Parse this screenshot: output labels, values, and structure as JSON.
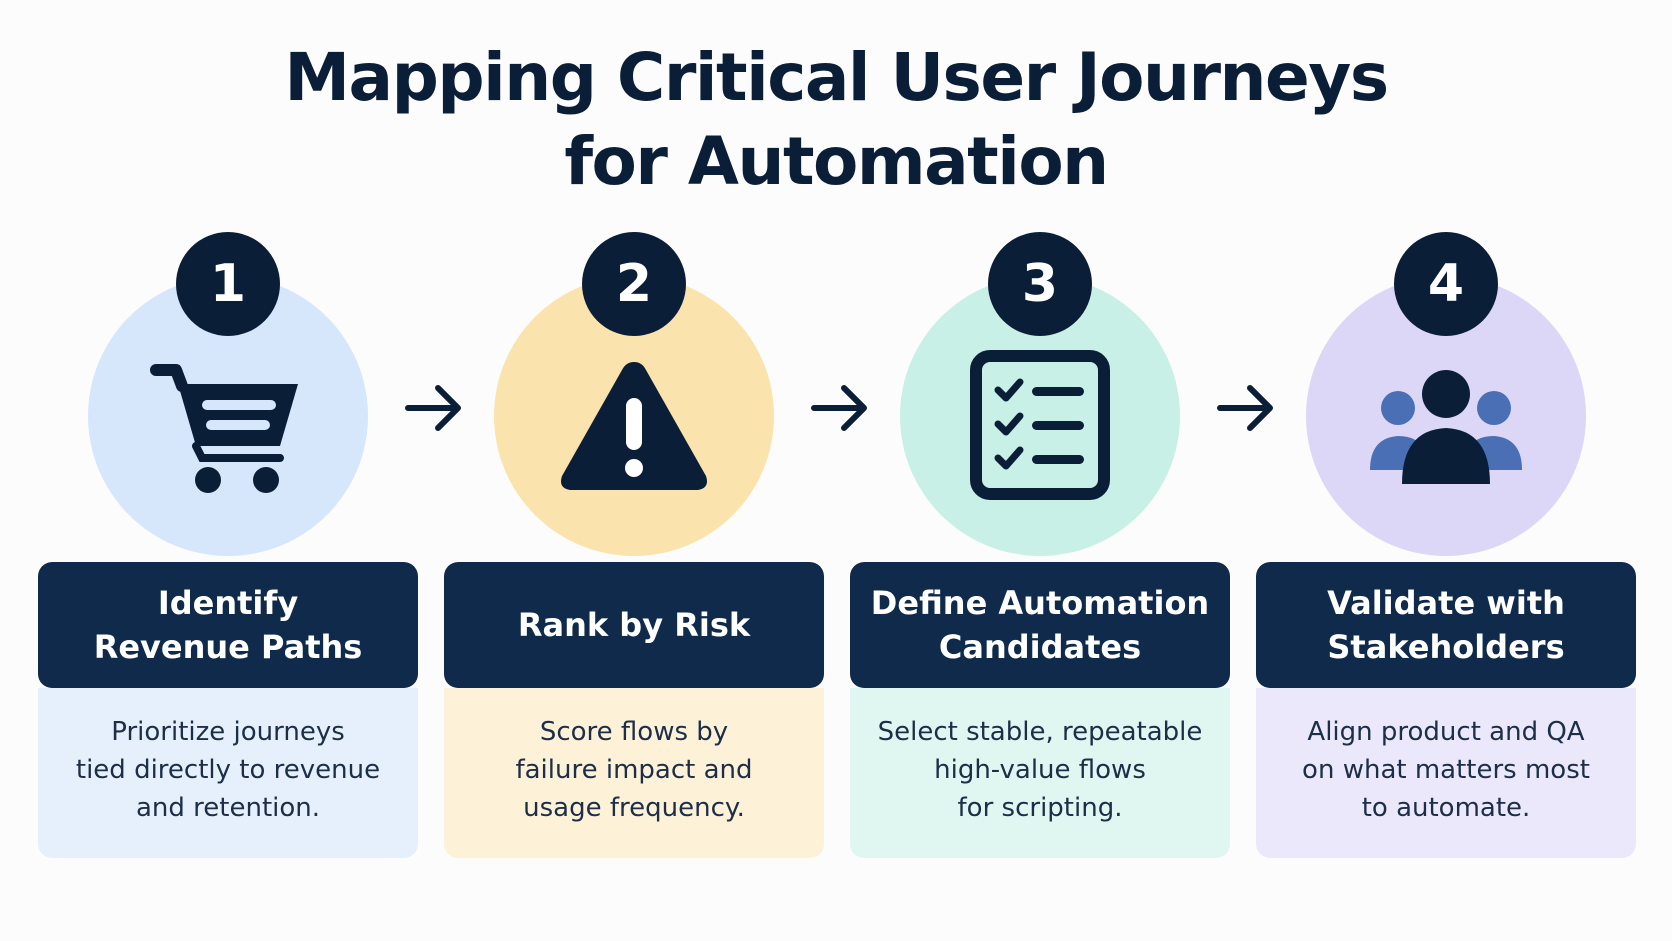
{
  "title": {
    "line1": "Mapping Critical User Journeys",
    "line2": "for Automation"
  },
  "colors": {
    "navy": "#0f2a4a",
    "step1_circle": "#d6e6fb",
    "step1_body": "#e6f0fc",
    "step2_circle": "#fbe3ad",
    "step2_body": "#fdf1d8",
    "step3_circle": "#c9f0e6",
    "step3_body": "#e0f6f0",
    "step4_circle": "#dcd7f7",
    "step4_body": "#ebe8fb",
    "people_side": "#4a6fb5"
  },
  "steps": [
    {
      "number": "1",
      "icon": "shopping-cart-icon",
      "heading_line1": "Identify",
      "heading_line2": "Revenue Paths",
      "body_line1": "Prioritize journeys",
      "body_line2": "tied directly to revenue",
      "body_line3": "and retention."
    },
    {
      "number": "2",
      "icon": "warning-triangle-icon",
      "heading_line1": "Rank by Risk",
      "heading_line2": "",
      "body_line1": "Score flows by",
      "body_line2": "failure impact and",
      "body_line3": "usage frequency."
    },
    {
      "number": "3",
      "icon": "checklist-icon",
      "heading_line1": "Define Automation",
      "heading_line2": "Candidates",
      "body_line1": "Select stable, repeatable",
      "body_line2": "high-value flows",
      "body_line3": "for scripting."
    },
    {
      "number": "4",
      "icon": "people-group-icon",
      "heading_line1": "Validate with",
      "heading_line2": "Stakeholders",
      "body_line1": "Align product and QA",
      "body_line2": "on what matters most",
      "body_line3": "to automate."
    }
  ]
}
